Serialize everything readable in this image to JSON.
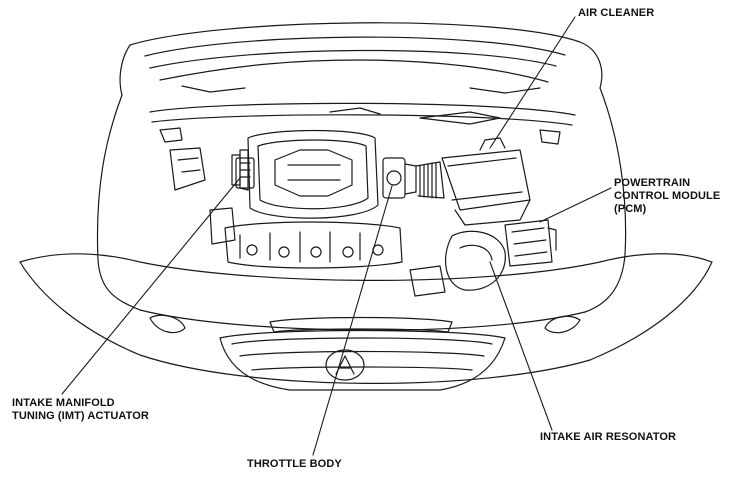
{
  "labels": {
    "air_cleaner": "AIR CLEANER",
    "pcm": [
      "POWERTRAIN",
      "CONTROL MODULE",
      "(PCM)"
    ],
    "imt": [
      "INTAKE MANIFOLD",
      "TUNING (IMT) ACTUATOR"
    ],
    "intake_air_resonator": "INTAKE AIR RESONATOR",
    "throttle_body": "THROTTLE BODY"
  },
  "colors": {
    "line": "#1a1a1a",
    "background": "#ffffff"
  }
}
